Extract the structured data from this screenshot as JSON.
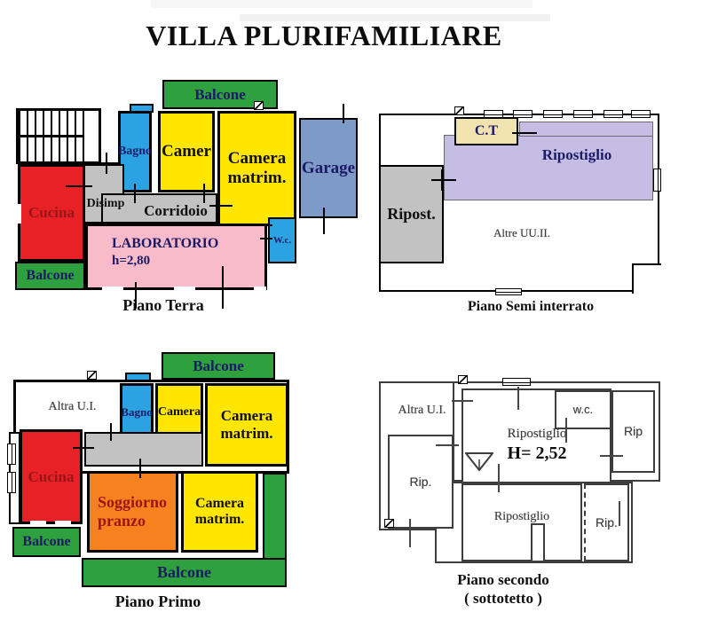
{
  "title": "VILLA PLURIFAMILIARE",
  "plans": {
    "terra": {
      "caption": "Piano Terra",
      "balcone_top": "Balcone",
      "bagno": "Bagno",
      "camer": "Camer",
      "camera_matrim": "Camera\nmatrim.",
      "garage": "Garage",
      "cucina": "Cucina",
      "disimp": "Disimp",
      "corridoio": "Corridoio",
      "laboratorio": "LABORATORIO",
      "laboratorio_h": "h=2,80",
      "wc": "W.c.",
      "balcone_left": "Balcone"
    },
    "semi": {
      "caption": "Piano Semi interrato",
      "ct": "C.T",
      "ripostiglio": "Ripostiglio",
      "ripost": "Ripost.",
      "altre_uu": "Altre UU.II."
    },
    "primo": {
      "caption": "Piano Primo",
      "balcone_top": "Balcone",
      "altra_ui": "Altra U.I.",
      "bagno": "Bagno",
      "camera": "Camera",
      "camera_matrim": "Camera\nmatrim.",
      "cucina": "Cucina",
      "soggiorno": "Soggiorno\npranzo",
      "camera_matrim2": "Camera\nmatrim.",
      "balcone_left": "Balcone",
      "balcone_bottom": "Balcone"
    },
    "secondo": {
      "caption1": "Piano secondo",
      "caption2": "( sottotetto )",
      "altra_ui": "Altra U.I.",
      "ripostiglio": "Ripostiglio",
      "height_label": "H= 2,52",
      "wc": "w.c.",
      "rip_right": "Rip",
      "rip_left": "Rip.",
      "ripostiglio2": "Ripostiglio",
      "rip_bottom": "Rip."
    }
  },
  "colors": {
    "green": "#2ea13e",
    "red": "#e82127",
    "blue": "#2ba2e2",
    "yellow": "#ffe600",
    "grey": "#c3c2c2",
    "pink": "#f9bbca",
    "lavender": "#c5bde4",
    "cream": "#f1e3b0",
    "orange": "#f5821f",
    "slate": "#7e9ac7",
    "navy": "#1a1a66",
    "darkred": "#9a1616",
    "scan": "#3c3c3c",
    "ink": "#101010"
  }
}
